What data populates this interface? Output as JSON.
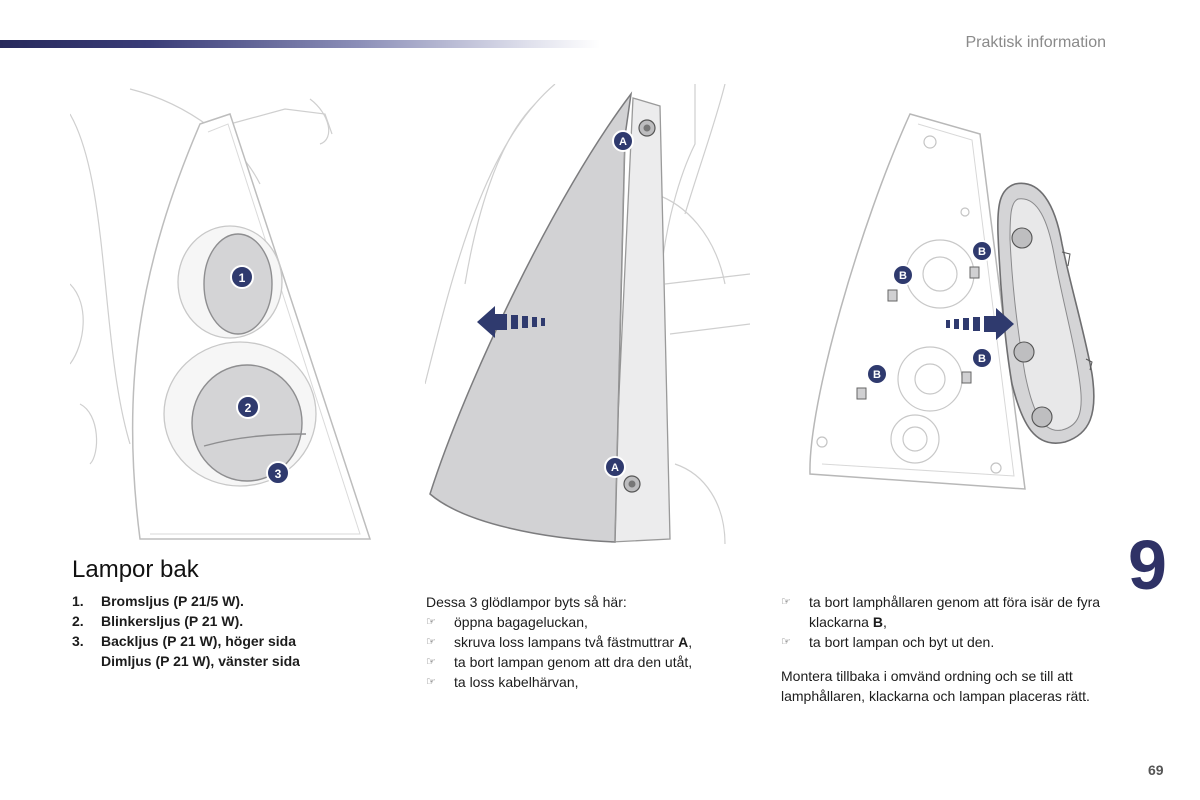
{
  "header": {
    "section_title": "Praktisk information"
  },
  "chapter": {
    "number": "9"
  },
  "figures": {
    "fig1": {
      "callouts": [
        "1",
        "2",
        "3"
      ]
    },
    "fig2": {
      "callouts": [
        "A",
        "A"
      ]
    },
    "fig3": {
      "callouts": [
        "B",
        "B",
        "B",
        "B"
      ]
    }
  },
  "main": {
    "heading": "Lampor bak",
    "bulbs": [
      {
        "num": "1.",
        "text": "Bromsljus (P 21/5 W)."
      },
      {
        "num": "2.",
        "text": "Blinkersljus (P 21 W)."
      },
      {
        "num": "3.",
        "text": "Backljus (P 21 W), höger sida"
      },
      {
        "num": "",
        "text": "Dimljus (P 21 W), vänster sida"
      }
    ],
    "intro": "Dessa 3 glödlampor byts så här:",
    "bullet_icon": "pointing-hand-icon",
    "steps_a": [
      {
        "text": "öppna bagageluckan,"
      },
      {
        "text": "skruva loss lampans två fästmuttrar ",
        "bold": "A",
        "after": ","
      },
      {
        "text": "ta bort lampan genom att dra den utåt,"
      },
      {
        "text": "ta loss kabelhärvan,"
      }
    ],
    "steps_b": [
      {
        "text": "ta bort lamphållaren genom att föra isär de fyra klackarna ",
        "bold": "B",
        "after": ","
      },
      {
        "text": "ta bort lampan och byt ut den."
      }
    ],
    "final": "Montera tillbaka i omvänd ordning och se till att lamphållaren, klackarna och lampan placeras rätt."
  },
  "footer": {
    "page_number": "69"
  },
  "colors": {
    "brand": "#2f3266",
    "callout_fill": "#2f3a6e",
    "lamp_grey": "#cfcfd1"
  }
}
